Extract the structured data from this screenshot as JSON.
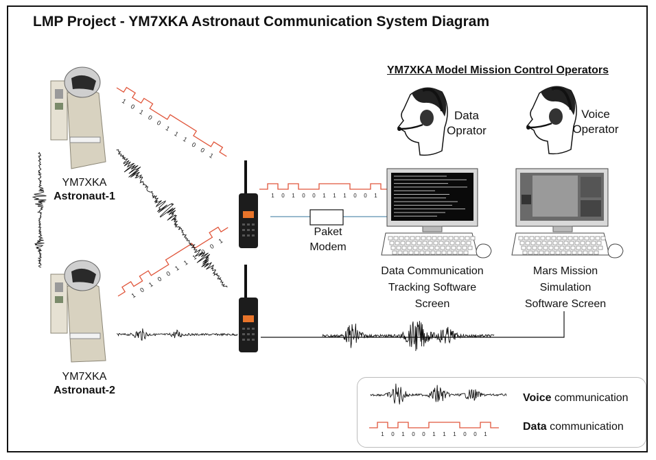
{
  "title": "LMP Project - YM7XKA Astronaut  Communication System Diagram",
  "operators_heading": "YM7XKA Model Mission Control Operators",
  "astronauts": [
    {
      "callsign": "YM7XKA",
      "name": "Astronaut-1"
    },
    {
      "callsign": "YM7XKA",
      "name": "Astronaut-2"
    }
  ],
  "operators": [
    {
      "line1": "Data",
      "line2": "Oprator"
    },
    {
      "line1": "Voice",
      "line2": "Operator"
    }
  ],
  "modem": {
    "line1": "Paket",
    "line2": "Modem"
  },
  "screens": [
    {
      "line1": "Data Communication",
      "line2": "Tracking Software",
      "line3": "Screen"
    },
    {
      "line1": "Mars Mission",
      "line2": "Simulation",
      "line3": "Software Screen"
    }
  ],
  "binary_sequence": [
    "1",
    "0",
    "1",
    "0",
    "0",
    "1",
    "1",
    "1",
    "0",
    "0",
    "1"
  ],
  "legend": {
    "voice_bold": "Voice",
    "voice_rest": " communication",
    "data_bold": "Data",
    "data_rest": " communication"
  },
  "colors": {
    "data_signal": "#e0553a",
    "voice_signal": "#111111",
    "modem_line": "#5a8fb0",
    "radio_body": "#1c1c1c",
    "radio_screen": "#e8742a"
  },
  "icons": [
    "astronaut-icon",
    "radio-icon",
    "operator-headset-icon",
    "computer-monitor-icon",
    "keyboard-icon",
    "mouse-icon",
    "modem-icon"
  ]
}
